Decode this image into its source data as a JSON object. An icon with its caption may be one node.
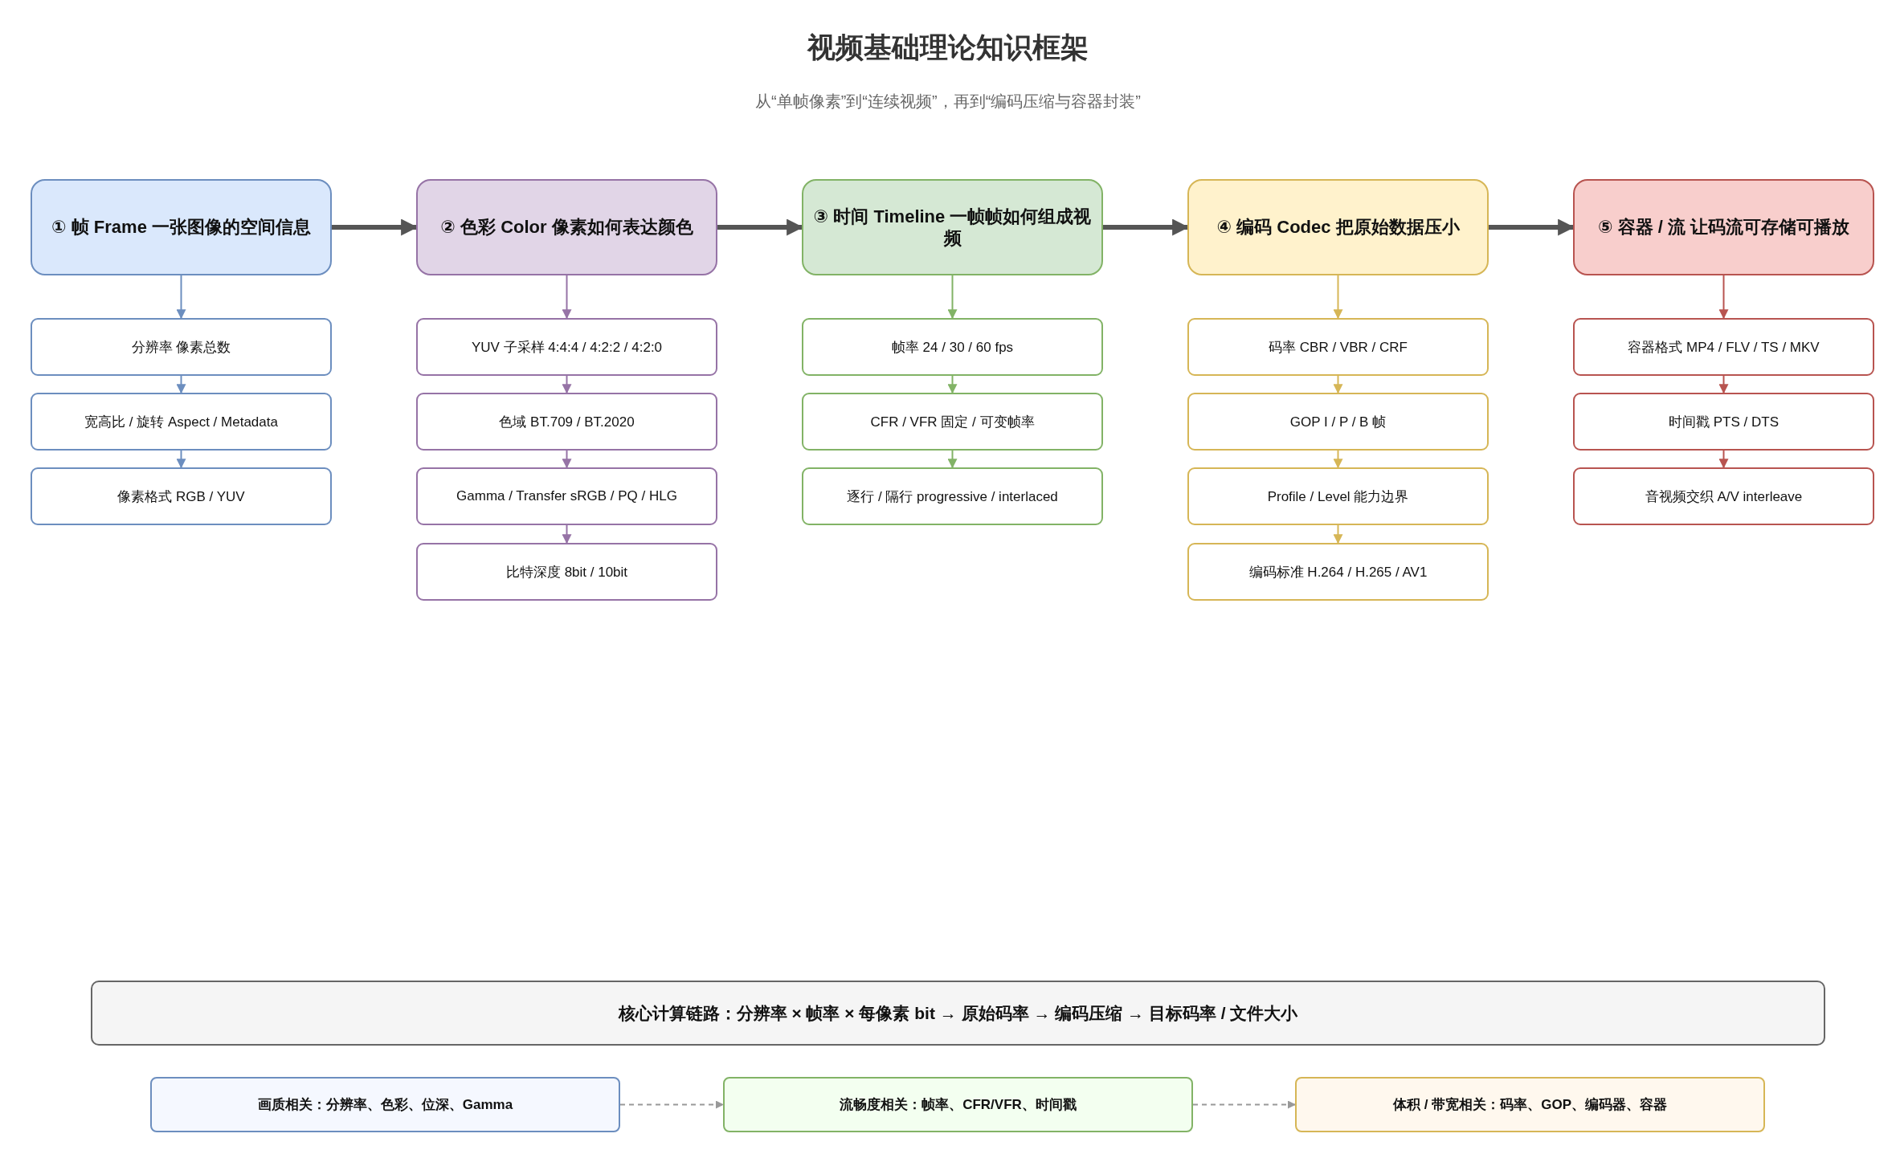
{
  "diagram": {
    "title": "视频基础理论知识框架",
    "nodes": [
      {
        "text": [
          "① 帧 Frame 一张图像的空间信息"
        ]
      },
      {
        "text": [
          "② 色彩 Color 像素如何表达颜色"
        ]
      },
      {
        "text": [
          "③ 时间 Timeline 一帧帧如何组成视频"
        ]
      },
      {
        "text": [
          "④ 编码 Codec 把原始数据压小"
        ]
      },
      {
        "text": [
          "⑤ 容器 / 流 让码流可存储可播放"
        ]
      },
      {
        "text": [
          "分辨率 像素总数"
        ]
      },
      {
        "text": [
          "宽高比 / 旋转 Aspect / Metadata"
        ]
      },
      {
        "text": [
          "像素格式 RGB / YUV"
        ]
      },
      {
        "text": [
          "YUV 子采样 4:4:4 / 4:2:2 / 4:2:0"
        ]
      },
      {
        "text": [
          "色域 BT.709 / BT.2020"
        ]
      },
      {
        "text": [
          "Gamma / Transfer sRGB / PQ / HLG"
        ]
      },
      {
        "text": [
          "比特深度 8bit / 10bit"
        ]
      },
      {
        "text": [
          "帧率 24 / 30 / 60 fps"
        ]
      },
      {
        "text": [
          "CFR / VFR 固定 / 可变帧率"
        ]
      },
      {
        "text": [
          "逐行 / 隔行 progressive / interlaced"
        ]
      },
      {
        "text": [
          "码率 CBR / VBR / CRF"
        ]
      },
      {
        "text": [
          "GOP I / P / B 帧"
        ]
      },
      {
        "text": [
          "Profile / Level 能力边界"
        ]
      },
      {
        "text": [
          "编码标准 H.264 / H.265 / AV1"
        ]
      },
      {
        "text": [
          "容器格式 MP4 / FLV / TS / MKV"
        ]
      },
      {
        "text": [
          "时间戳 PTS / DTS"
        ]
      },
      {
        "text": [
          "音视频交织 A/V interleave"
        ]
      },
      {
        "text": [
          "核心计算链路：分辨率 × 帧率 × 每像素 bit → 原始码率 → 编码压缩 → 目标码率 / 文件大小"
        ]
      },
      {
        "text": [
          "画质相关：分辨率、色彩、位深、Gamma"
        ]
      },
      {
        "text": [
          "流畅度相关：帧率、CFR/VFR、时间戳"
        ]
      },
      {
        "text": [
          "体积 / 带宽相关：码率、GOP、编码器、容器"
        ]
      }
    ],
    "edges": [
      {
        "from": 0,
        "to": 1,
        "arrow": "to",
        "style": "thick",
        "color": "#555555"
      },
      {
        "from": 1,
        "to": 2,
        "arrow": "to",
        "style": "thick",
        "color": "#555555"
      },
      {
        "from": 2,
        "to": 3,
        "arrow": "to",
        "style": "thick",
        "color": "#555555"
      },
      {
        "from": 3,
        "to": 4,
        "arrow": "to",
        "style": "thick",
        "color": "#555555"
      },
      {
        "from": 0,
        "to": 5,
        "arrow": "to",
        "color": "#6c8ebf"
      },
      {
        "from": 5,
        "to": 6,
        "arrow": "to",
        "color": "#6c8ebf"
      },
      {
        "from": 6,
        "to": 7,
        "arrow": "to",
        "color": "#6c8ebf"
      },
      {
        "from": 1,
        "to": 8,
        "arrow": "to",
        "color": "#9673a6"
      },
      {
        "from": 8,
        "to": 9,
        "arrow": "to",
        "color": "#9673a6"
      },
      {
        "from": 9,
        "to": 10,
        "arrow": "to",
        "color": "#9673a6"
      },
      {
        "from": 10,
        "to": 11,
        "arrow": "to",
        "color": "#9673a6"
      },
      {
        "from": 2,
        "to": 12,
        "arrow": "to",
        "color": "#82b366"
      },
      {
        "from": 12,
        "to": 13,
        "arrow": "to",
        "color": "#82b366"
      },
      {
        "from": 13,
        "to": 14,
        "arrow": "to",
        "color": "#82b366"
      },
      {
        "from": 3,
        "to": 15,
        "arrow": "to",
        "color": "#d6b656"
      },
      {
        "from": 15,
        "to": 16,
        "arrow": "to",
        "color": "#d6b656"
      },
      {
        "from": 16,
        "to": 17,
        "arrow": "to",
        "color": "#d6b656"
      },
      {
        "from": 17,
        "to": 18,
        "arrow": "to",
        "color": "#d6b656"
      },
      {
        "from": 4,
        "to": 19,
        "arrow": "to",
        "color": "#b85450"
      },
      {
        "from": 19,
        "to": 20,
        "arrow": "to",
        "color": "#b85450"
      },
      {
        "from": 20,
        "to": 21,
        "arrow": "to",
        "color": "#b85450"
      },
      {
        "from": 23,
        "to": 24,
        "arrow": "to",
        "style": "dashed",
        "color": "#999999"
      },
      {
        "from": 24,
        "to": 25,
        "arrow": "to",
        "style": "dashed",
        "color": "#999999"
      }
    ],
    "labels": [
      "从“单帧像素”到“连续视频”，再到“编码压缩与容器封装”"
    ]
  }
}
